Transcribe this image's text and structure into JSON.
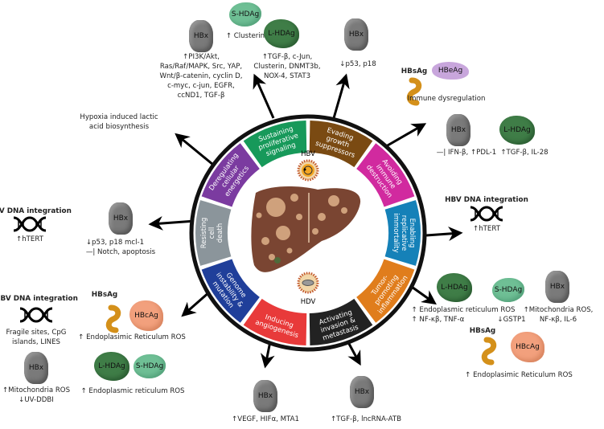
{
  "center": {
    "hbv_label": "HBV",
    "hdv_label": "HDV"
  },
  "segments": [
    {
      "lines": [
        "Sustaining",
        "proliferative",
        "signaling"
      ],
      "color": "#17995a"
    },
    {
      "lines": [
        "Evading",
        "growth",
        "suppressors"
      ],
      "color": "#7a4a12"
    },
    {
      "lines": [
        "Avoiding",
        "immune",
        "destruction"
      ],
      "color": "#d12a9f"
    },
    {
      "lines": [
        "Enabling",
        "replicative",
        "immortality"
      ],
      "color": "#1581b8"
    },
    {
      "lines": [
        "Tumor-",
        "promoting",
        "inflammation"
      ],
      "color": "#e07d1c"
    },
    {
      "lines": [
        "Activating",
        "invasion &",
        "metastasis"
      ],
      "color": "#222222"
    },
    {
      "lines": [
        "Inducing",
        "angiogenesis"
      ],
      "color": "#e83a3a"
    },
    {
      "lines": [
        "Genome",
        "instability &",
        "mutation"
      ],
      "color": "#203f9a"
    },
    {
      "lines": [
        "Resisting",
        "cell",
        "death"
      ],
      "color": "#8b959b"
    },
    {
      "lines": [
        "Deregulating",
        "cellular",
        "energetics"
      ],
      "color": "#7b3ba0"
    }
  ],
  "proteins": {
    "hbx": "HBx",
    "lhdag": "L-HDAg",
    "shdag": "S-HDAg",
    "hbcag": "HBcAg",
    "hbeag": "HBeAg",
    "hbsag": "HBsAg"
  },
  "dna_integration": "HBV DNA integration",
  "sustaining": {
    "hbx_text": [
      "↑PI3K/Akt,",
      "Ras/Raf/MAPK, Src, YAP,",
      "Wnt/β-catenin, cyclin D,",
      "c-myc, c-jun, EGFR,",
      "ccND1, TGF-β"
    ],
    "shdag_text": "↑ Clusterin",
    "lhdag_text": [
      "↑TGF-β, c-Jun,",
      "Clusterin, DNMT3b,",
      "NOX-4, STAT3"
    ]
  },
  "evading": {
    "hbx_text": "↓p53, p18"
  },
  "avoiding": {
    "text": "Immune dysregulation",
    "hbx_text": "—| IFN-β, ↑PDL-1",
    "lhdag_text": "↑TGF-β, IL-28"
  },
  "enabling": {
    "text": "↑hTERT"
  },
  "inflammation": {
    "lhdag_text": [
      "↑ Endoplasmic reticulum ROS",
      "↑  NF-κβ, TNF-α"
    ],
    "shdag_text": "↓GSTP1",
    "hbx_text": [
      "↑Mitochondria ROS,",
      "NF-κβ, IL-6"
    ],
    "hbs_text": "↑ Endoplasimic Reticulum ROS"
  },
  "invasion": {
    "hbx_text": "↑TGF-β, lncRNA-ATB"
  },
  "angiogenesis": {
    "hbx_text": "↑VEGF, HIFα, MTA1"
  },
  "genome": {
    "dna_text": [
      "Fragile sites, CpG",
      "islands, LINES"
    ],
    "hbx_text": [
      "↑Mitochondria ROS",
      "↓UV-DDBI"
    ],
    "hbs_text": "↑ Endoplasimic Reticulum ROS",
    "hdag_text": "↑ Endoplasmic reticulum ROS"
  },
  "resisting": {
    "dna_text": "↑hTERT",
    "hbx_text": [
      "↓p53, p18 mcl-1",
      "—| Notch, apoptosis"
    ]
  },
  "energetics": {
    "text": [
      "Hypoxia induced lactic",
      "acid biosynthesis"
    ]
  }
}
